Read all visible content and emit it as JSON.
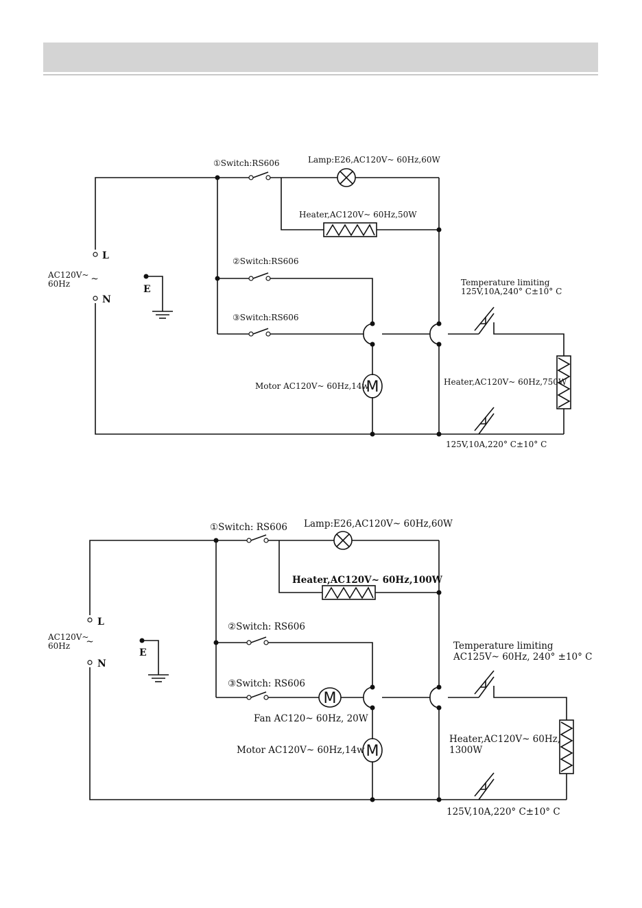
{
  "header": {
    "title": ""
  },
  "diagram1": {
    "switch1": "①Switch:RS606",
    "switch2": "②Switch:RS606",
    "switch3": "③Switch:RS606",
    "lamp": "Lamp:E26,AC120V~ 60Hz,60W",
    "heater_small": "Heater,AC120V~ 60Hz,50W",
    "temp_limit_title": "Temperature limiting",
    "temp_limit_spec": "125V,10A,240° C±10° C",
    "heater_main": "Heater,AC120V~ 60Hz,750W",
    "motor": "Motor AC120V~ 60Hz,14w",
    "thermostat_low": "125V,10A,220° C±10° C",
    "source_v": "AC120V~",
    "source_f": "60Hz",
    "term_l": "L",
    "term_n": "N",
    "term_e": "E",
    "motor_symbol": "M",
    "ac_symbol": "~"
  },
  "diagram2": {
    "switch1": "①Switch: RS606",
    "switch2": "②Switch: RS606",
    "switch3": "③Switch: RS606",
    "lamp": "Lamp:E26,AC120V~ 60Hz,60W",
    "heater_small": "Heater,AC120V~ 60Hz,100W",
    "temp_limit_title": "Temperature limiting",
    "temp_limit_spec": "AC125V~ 60Hz, 240° ±10° C",
    "heater_main_1": "Heater,AC120V~ 60Hz,",
    "heater_main_2": "1300W",
    "fan": "Fan AC120~ 60Hz, 20W",
    "motor": "Motor AC120V~ 60Hz,14w",
    "thermostat_low": "125V,10A,220° C±10° C",
    "source_v": "AC120V~",
    "source_f": "60Hz",
    "term_l": "L",
    "term_n": "N",
    "term_e": "E",
    "motor_symbol": "M",
    "fan_symbol": "M",
    "ac_symbol": "~"
  }
}
